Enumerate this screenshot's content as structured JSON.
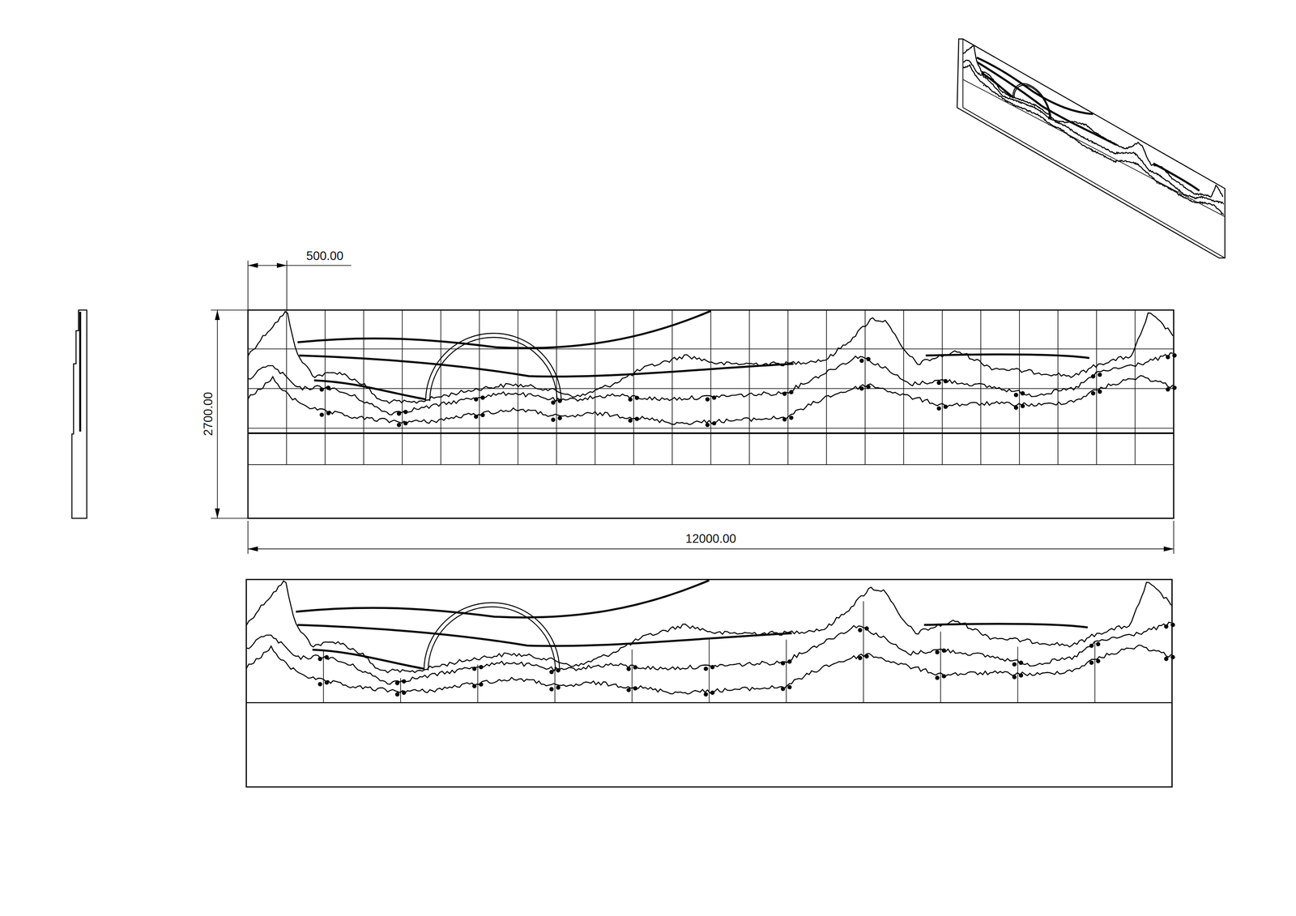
{
  "diagram": {
    "labels": [
      "500.00",
      "2700.00",
      "12000.00"
    ]
  }
}
